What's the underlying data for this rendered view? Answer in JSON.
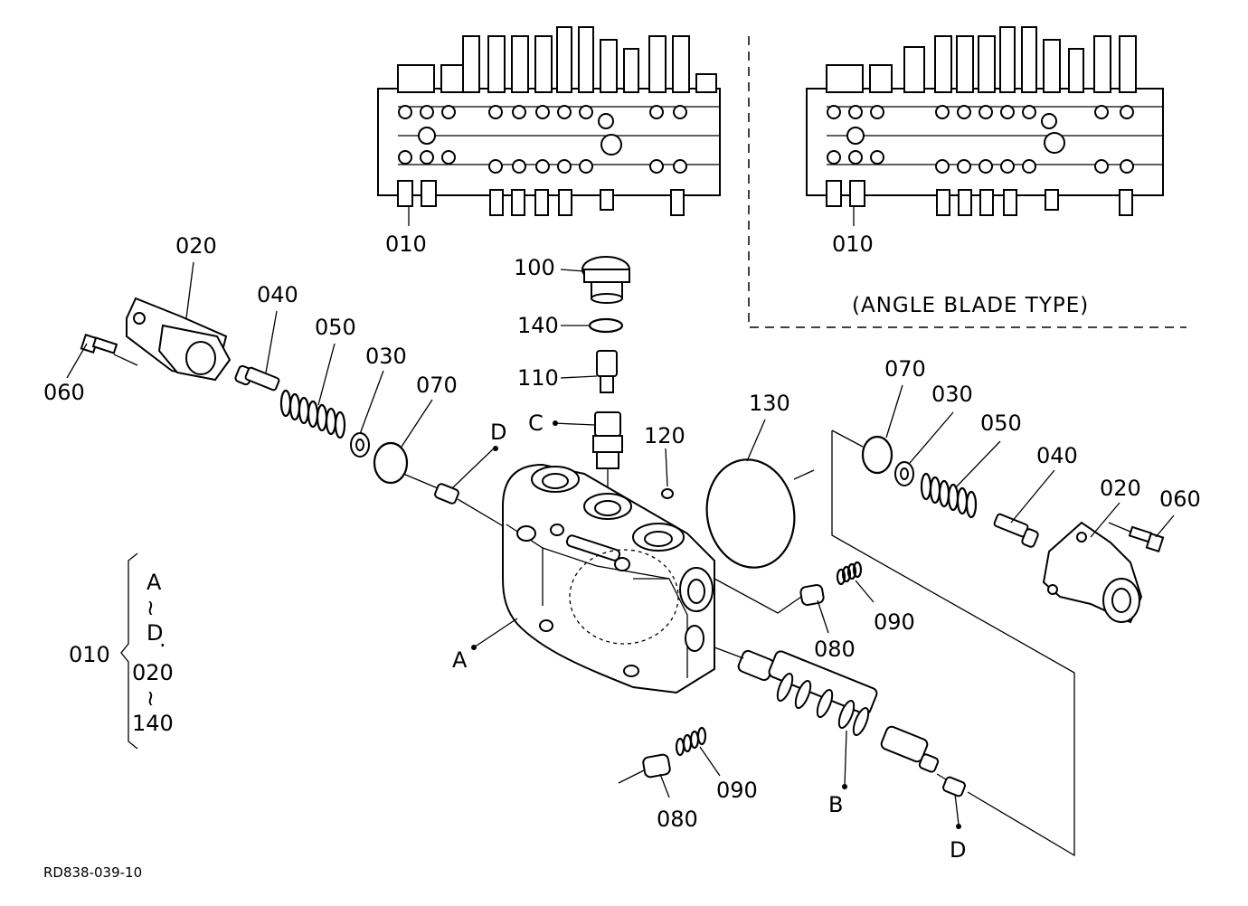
{
  "labels": {
    "top_left_010": "010",
    "top_right_010": "010",
    "angle_blade": "(ANGLE BLADE TYPE)",
    "l020": "020",
    "l040": "040",
    "l050": "050",
    "l030": "030",
    "l070": "070",
    "l060": "060",
    "lD1": "D",
    "l100": "100",
    "l140": "140",
    "l110": "110",
    "lC": "C",
    "l120": "120",
    "l130": "130",
    "r070": "070",
    "r030": "030",
    "r050": "050",
    "r040": "040",
    "r020": "020",
    "r060": "060",
    "r090": "090",
    "r080": "080",
    "lA": "A",
    "b090": "090",
    "b080": "080",
    "lB": "B",
    "lD2": "D",
    "bracket_010": "010",
    "bracket_A": "A",
    "bracket_tilde1": "≀",
    "bracket_D": "D",
    "bracket_dot": "·",
    "bracket_020": "020",
    "bracket_tilde2": "≀",
    "bracket_140": "140",
    "drawing_ref": "RD838-039-10"
  }
}
